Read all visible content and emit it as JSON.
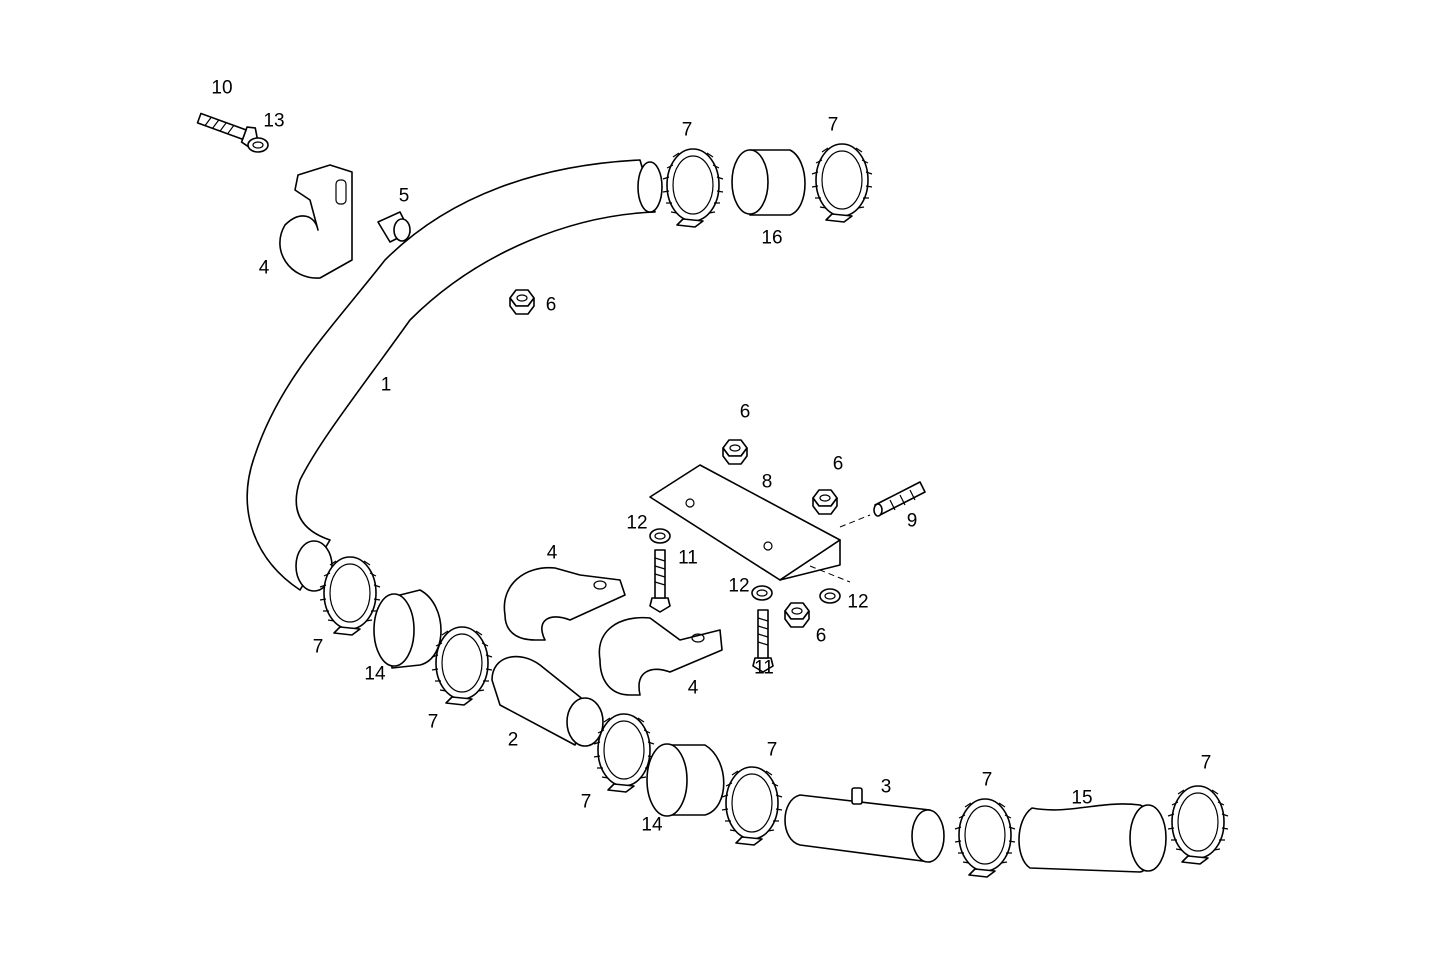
{
  "diagram": {
    "type": "exploded-parts-view",
    "line_color": "#000000",
    "background": "#ffffff",
    "callouts": [
      "10",
      "13",
      "7",
      "7",
      "5",
      "4",
      "16",
      "6",
      "1",
      "6",
      "6",
      "8",
      "9",
      "12",
      "11",
      "4",
      "12",
      "12",
      "6",
      "7",
      "14",
      "11",
      "4",
      "7",
      "2",
      "7",
      "7",
      "14",
      "3",
      "7",
      "15",
      "7"
    ]
  }
}
